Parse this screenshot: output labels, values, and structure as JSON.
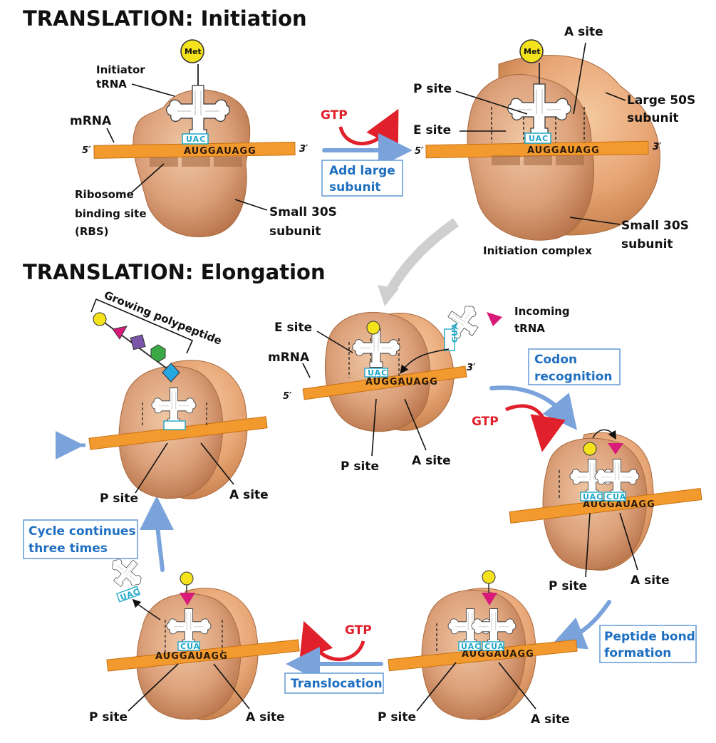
{
  "headings": {
    "initiation": "TRANSLATION: Initiation",
    "elongation": "TRANSLATION: Elongation"
  },
  "labels": {
    "met": "Met",
    "initiator_trna_1": "Initiator",
    "initiator_trna_2": "tRNA",
    "mrna": "mRNA",
    "five_prime": "5′",
    "three_prime": "3′",
    "sequence": "AUGGAUAGG",
    "anticodon_uac": "UAC",
    "anticodon_cua": "CUA",
    "rbs_1": "Ribosome",
    "rbs_2": "binding site",
    "rbs_3": "(RBS)",
    "small_subunit_1": "Small 30S",
    "small_subunit_2": "subunit",
    "large_subunit_1": "Large 50S",
    "large_subunit_2": "subunit",
    "a_site": "A site",
    "p_site": "P site",
    "e_site": "E site",
    "initiation_complex": "Initiation complex",
    "growing_polypeptide": "Growing polypeptide",
    "incoming_trna_1": "Incoming",
    "incoming_trna_2": "tRNA",
    "gtp": "GTP"
  },
  "steps": {
    "add_large_1": "Add large",
    "add_large_2": "subunit",
    "codon_recognition_1": "Codon",
    "codon_recognition_2": "recognition",
    "peptide_bond_1": "Peptide bond",
    "peptide_bond_2": "formation",
    "translocation": "Translocation",
    "cycle_1": "Cycle continues",
    "cycle_2": "three times"
  },
  "colors": {
    "ribosome": "#dba07a",
    "ribosome_dark": "#b8744a",
    "mrna": "#f39a2e",
    "trna": "#ffffff",
    "met_ball": "#f3e21c",
    "anticodon": "#1ea7c9",
    "gtp_arrow": "#e0202a",
    "flow_arrow": "#7aa3dc",
    "step_text": "#1f6fc1",
    "aa_pink": "#d81b7a",
    "aa_purple": "#7a56a8",
    "aa_green": "#3aa845",
    "aa_blue": "#26a7e0"
  }
}
